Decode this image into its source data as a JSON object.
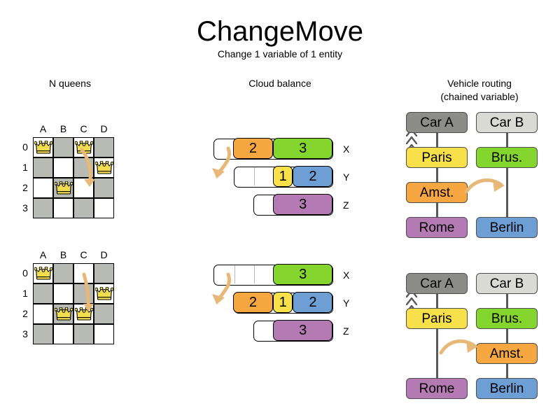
{
  "header": {
    "title": "ChangeMove",
    "subtitle": "Change 1 variable of 1 entity"
  },
  "sections": {
    "nqueens": {
      "title": "N queens"
    },
    "cloud": {
      "title": "Cloud balance"
    },
    "routing": {
      "title_line1": "Vehicle routing",
      "title_line2": "(chained variable)"
    }
  },
  "colors": {
    "board_light": "#ffffff",
    "board_dark": "#b8bbb3",
    "queen_gold": "#f2dd4e",
    "arrow": "#e8b878",
    "arrow_stroke": "#c8913f",
    "orange": "#f7a741",
    "green": "#84d62e",
    "yellow": "#f7e04a",
    "blue": "#6e9fd4",
    "purple": "#b47ab4",
    "car_a_gray": "#8c8c89",
    "car_b_gray": "#d9dad4",
    "edge_gray": "#595959"
  },
  "nqueens": {
    "files": [
      "A",
      "B",
      "C",
      "D"
    ],
    "ranks": [
      "0",
      "1",
      "2",
      "3"
    ],
    "before": {
      "queens": [
        {
          "file": "A",
          "rank": "0"
        },
        {
          "file": "C",
          "rank": "0"
        },
        {
          "file": "D",
          "rank": "1"
        },
        {
          "file": "B",
          "rank": "2"
        }
      ],
      "move": {
        "from_file": "C",
        "from_rank": "0",
        "to_file": "C",
        "to_rank": "2"
      }
    },
    "after": {
      "queens": [
        {
          "file": "A",
          "rank": "0"
        },
        {
          "file": "D",
          "rank": "1"
        },
        {
          "file": "B",
          "rank": "2"
        },
        {
          "file": "C",
          "rank": "2"
        }
      ],
      "move": {
        "from_file": "C",
        "from_rank": "0",
        "to_file": "C",
        "to_rank": "2"
      }
    }
  },
  "cloud": {
    "row_labels": [
      "X",
      "Y",
      "Z"
    ],
    "before": {
      "rows": [
        {
          "label": "X",
          "segments": [
            {
              "value": "2",
              "color": "#f7a741",
              "units": 2
            },
            {
              "value": "3",
              "color": "#84d62e",
              "units": 3
            }
          ],
          "free_units": 1,
          "capacity": 6
        },
        {
          "label": "Y",
          "segments": [
            {
              "value": "1",
              "color": "#f7e04a",
              "units": 1
            },
            {
              "value": "2",
              "color": "#6e9fd4",
              "units": 2
            }
          ],
          "free_units": 2,
          "capacity": 5
        },
        {
          "label": "Z",
          "segments": [
            {
              "value": "3",
              "color": "#b47ab4",
              "units": 3
            }
          ],
          "free_units": 1,
          "capacity": 4
        }
      ]
    },
    "after": {
      "rows": [
        {
          "label": "X",
          "segments": [
            {
              "value": "3",
              "color": "#84d62e",
              "units": 3
            }
          ],
          "free_units": 3,
          "capacity": 6
        },
        {
          "label": "Y",
          "segments": [
            {
              "value": "2",
              "color": "#f7a741",
              "units": 2
            },
            {
              "value": "1",
              "color": "#f7e04a",
              "units": 1
            },
            {
              "value": "2",
              "color": "#6e9fd4",
              "units": 2
            }
          ],
          "free_units": 0,
          "capacity": 5
        },
        {
          "label": "Z",
          "segments": [
            {
              "value": "3",
              "color": "#b47ab4",
              "units": 3
            }
          ],
          "free_units": 1,
          "capacity": 4
        }
      ]
    },
    "moved_value": "2"
  },
  "routing": {
    "before": {
      "chain_a": [
        "Car A",
        "Paris",
        "Amst.",
        "Rome"
      ],
      "chain_b": [
        "Car B",
        "Brus.",
        "Berlin"
      ],
      "moved_node": "Amst."
    },
    "after": {
      "chain_a": [
        "Car A",
        "Paris",
        "Rome"
      ],
      "chain_b": [
        "Car B",
        "Brus.",
        "Amst.",
        "Berlin"
      ],
      "moved_node": "Amst."
    },
    "node_colors": {
      "Car A": "#8c8c89",
      "Car B": "#d9dad4",
      "Paris": "#f7e04a",
      "Brus.": "#84d62e",
      "Amst.": "#f7a741",
      "Rome": "#b47ab4",
      "Berlin": "#6e9fd4"
    }
  }
}
